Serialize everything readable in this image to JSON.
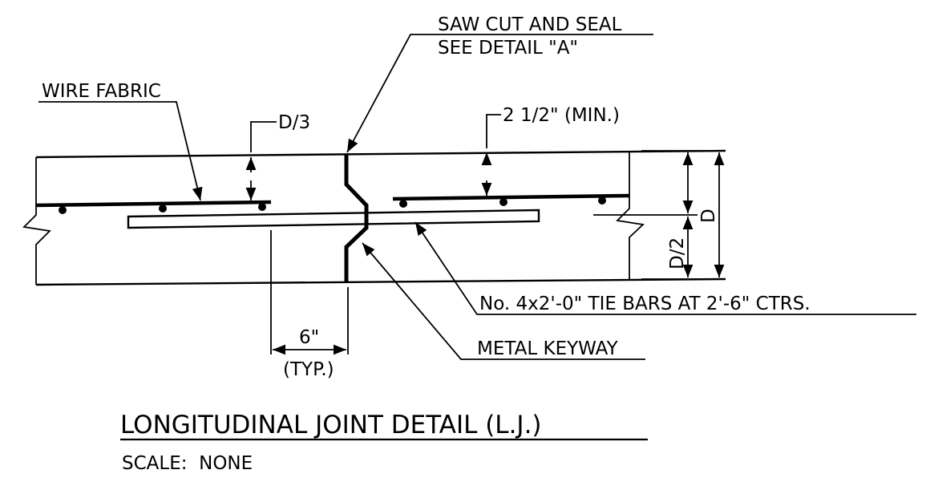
{
  "labels": {
    "saw_cut_line1": "SAW CUT AND SEAL",
    "saw_cut_line2": "SEE DETAIL \"A\"",
    "wire_fabric": "WIRE FABRIC",
    "d_third": "D/3",
    "min_cover": "2 1/2\" (MIN.)",
    "d_half": "D/2",
    "d": "D",
    "tie_bars": "No. 4x2'-0\" TIE BARS AT 2'-6\" CTRS.",
    "metal_keyway": "METAL KEYWAY",
    "six_inch": "6\"",
    "typ": "(TYP.)"
  },
  "title": "LONGITUDINAL JOINT DETAIL (L.J.)",
  "scale": "SCALE:  NONE"
}
